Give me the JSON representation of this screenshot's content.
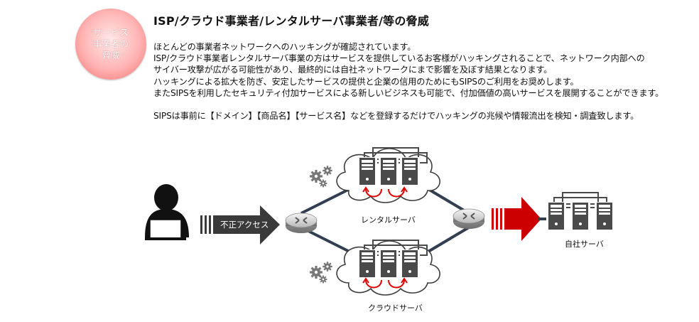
{
  "badge": {
    "text": "サービス\n事業者の\n脅威"
  },
  "title": "ISP/クラウド事業者/レンタルサーバ事業者/等の脅威",
  "paragraphs": [
    "ほとんどの事業者ネットワークへのハッキングが確認されています。",
    "ISP/クラウド事業者レンタルサーバ事業の方はサービスを提供しているお客様がハッキングされることで、ネットワーク内部への",
    "サイバー攻撃が広がる可能性があり、最終的には自社ネットワークにまで影響を及ぼす結果となります。",
    "ハッキングによる拡大を防ぎ、安定したサービスの提供と企業の信用のためにもSIPSのご利用をお奨めします。",
    "またSIPSを利用したセキュリティ付加サービスによる新しいビジネスも可能で、付加価値の高いサービスを展開することができます。"
  ],
  "paragraph_last": "SIPSは事前に【ドメイン】【商品名】【サービス名】などを登録するだけでハッキングの兆候や情報流出を検知・調査致します。",
  "diagram": {
    "attack_label": "不正アクセス",
    "rental_server_label": "レンタルサーバ",
    "cloud_server_label": "クラウドサーバ",
    "own_server_label": "自社サーバ",
    "colors": {
      "attack_arrow": "#3a3a3a",
      "threat_arrow": "#cc0000",
      "link": "#333f50",
      "server": "#4a4a4a"
    }
  }
}
